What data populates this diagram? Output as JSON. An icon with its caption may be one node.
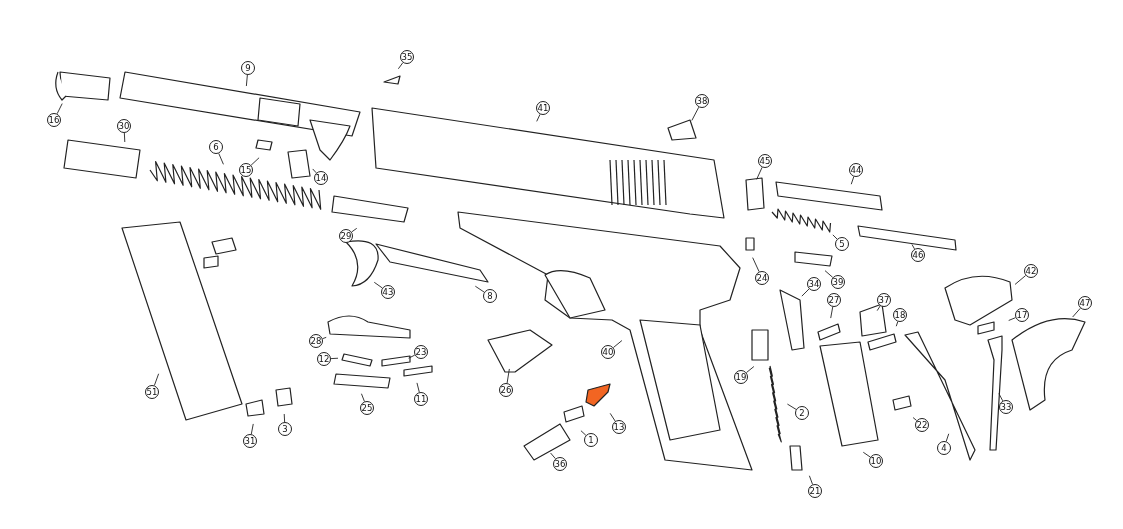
{
  "diagram": {
    "nodes": [
      {
        "text": [
          "16"
        ]
      },
      {
        "text": [
          "9"
        ]
      },
      {
        "text": [
          "35"
        ]
      },
      {
        "text": [
          "41"
        ]
      },
      {
        "text": [
          "38"
        ]
      },
      {
        "text": [
          "30"
        ]
      },
      {
        "text": [
          "6"
        ]
      },
      {
        "text": [
          "15"
        ]
      },
      {
        "text": [
          "14"
        ]
      },
      {
        "text": [
          "45"
        ]
      },
      {
        "text": [
          "44"
        ]
      },
      {
        "text": [
          "29"
        ]
      },
      {
        "text": [
          "5"
        ]
      },
      {
        "text": [
          "46"
        ]
      },
      {
        "text": [
          "39"
        ]
      },
      {
        "text": [
          "24"
        ]
      },
      {
        "text": [
          "43"
        ]
      },
      {
        "text": [
          "8"
        ]
      },
      {
        "text": [
          "42"
        ]
      },
      {
        "text": [
          "47"
        ]
      },
      {
        "text": [
          "34"
        ]
      },
      {
        "text": [
          "27"
        ]
      },
      {
        "text": [
          "37"
        ]
      },
      {
        "text": [
          "17"
        ]
      },
      {
        "text": [
          "18"
        ]
      },
      {
        "text": [
          "28"
        ]
      },
      {
        "text": [
          "12"
        ]
      },
      {
        "text": [
          "23"
        ]
      },
      {
        "text": [
          "11"
        ]
      },
      {
        "text": [
          "25"
        ]
      },
      {
        "text": [
          "40"
        ]
      },
      {
        "text": [
          "19"
        ]
      },
      {
        "text": [
          "26"
        ]
      },
      {
        "text": [
          "51"
        ]
      },
      {
        "text": [
          "13"
        ]
      },
      {
        "text": [
          "2"
        ]
      },
      {
        "text": [
          "1"
        ]
      },
      {
        "text": [
          "3"
        ]
      },
      {
        "text": [
          "31"
        ]
      },
      {
        "text": [
          "36"
        ]
      },
      {
        "text": [
          "21"
        ]
      },
      {
        "text": [
          "10"
        ]
      },
      {
        "text": [
          "22"
        ]
      },
      {
        "text": [
          "33"
        ]
      },
      {
        "text": [
          "4"
        ]
      }
    ],
    "edges": [
      {
        "from": 0,
        "to": null,
        "arrow": "none"
      },
      {
        "from": 1,
        "to": null,
        "arrow": "none"
      },
      {
        "from": 2,
        "to": null,
        "arrow": "none"
      },
      {
        "from": 3,
        "to": null,
        "arrow": "none"
      },
      {
        "from": 4,
        "to": null,
        "arrow": "none"
      },
      {
        "from": 5,
        "to": null,
        "arrow": "none"
      },
      {
        "from": 6,
        "to": null,
        "arrow": "none"
      },
      {
        "from": 7,
        "to": null,
        "arrow": "none"
      },
      {
        "from": 8,
        "to": null,
        "arrow": "none"
      },
      {
        "from": 9,
        "to": null,
        "arrow": "none"
      },
      {
        "from": 10,
        "to": null,
        "arrow": "none"
      },
      {
        "from": 11,
        "to": null,
        "arrow": "none"
      },
      {
        "from": 12,
        "to": null,
        "arrow": "none"
      },
      {
        "from": 13,
        "to": null,
        "arrow": "none"
      },
      {
        "from": 14,
        "to": null,
        "arrow": "none"
      },
      {
        "from": 15,
        "to": null,
        "arrow": "none"
      },
      {
        "from": 16,
        "to": null,
        "arrow": "none"
      },
      {
        "from": 17,
        "to": null,
        "arrow": "none"
      },
      {
        "from": 18,
        "to": null,
        "arrow": "none"
      },
      {
        "from": 19,
        "to": null,
        "arrow": "none"
      },
      {
        "from": 20,
        "to": null,
        "arrow": "none"
      },
      {
        "from": 21,
        "to": null,
        "arrow": "none"
      },
      {
        "from": 22,
        "to": null,
        "arrow": "none"
      },
      {
        "from": 23,
        "to": null,
        "arrow": "none"
      },
      {
        "from": 24,
        "to": null,
        "arrow": "none"
      },
      {
        "from": 25,
        "to": null,
        "arrow": "none"
      },
      {
        "from": 26,
        "to": null,
        "arrow": "none"
      },
      {
        "from": 27,
        "to": null,
        "arrow": "none"
      },
      {
        "from": 28,
        "to": null,
        "arrow": "none"
      },
      {
        "from": 29,
        "to": null,
        "arrow": "none"
      },
      {
        "from": 30,
        "to": null,
        "arrow": "none"
      },
      {
        "from": 31,
        "to": null,
        "arrow": "none"
      },
      {
        "from": 32,
        "to": null,
        "arrow": "none"
      },
      {
        "from": 33,
        "to": null,
        "arrow": "none"
      },
      {
        "from": 34,
        "to": null,
        "arrow": "none"
      },
      {
        "from": 35,
        "to": null,
        "arrow": "none"
      },
      {
        "from": 36,
        "to": null,
        "arrow": "none"
      },
      {
        "from": 37,
        "to": null,
        "arrow": "none"
      },
      {
        "from": 38,
        "to": null,
        "arrow": "none"
      },
      {
        "from": 39,
        "to": null,
        "arrow": "none"
      },
      {
        "from": 40,
        "to": null,
        "arrow": "none"
      },
      {
        "from": 41,
        "to": null,
        "arrow": "none"
      },
      {
        "from": 42,
        "to": null,
        "arrow": "none"
      },
      {
        "from": 43,
        "to": null,
        "arrow": "none"
      },
      {
        "from": 44,
        "to": null,
        "arrow": "none"
      }
    ]
  }
}
